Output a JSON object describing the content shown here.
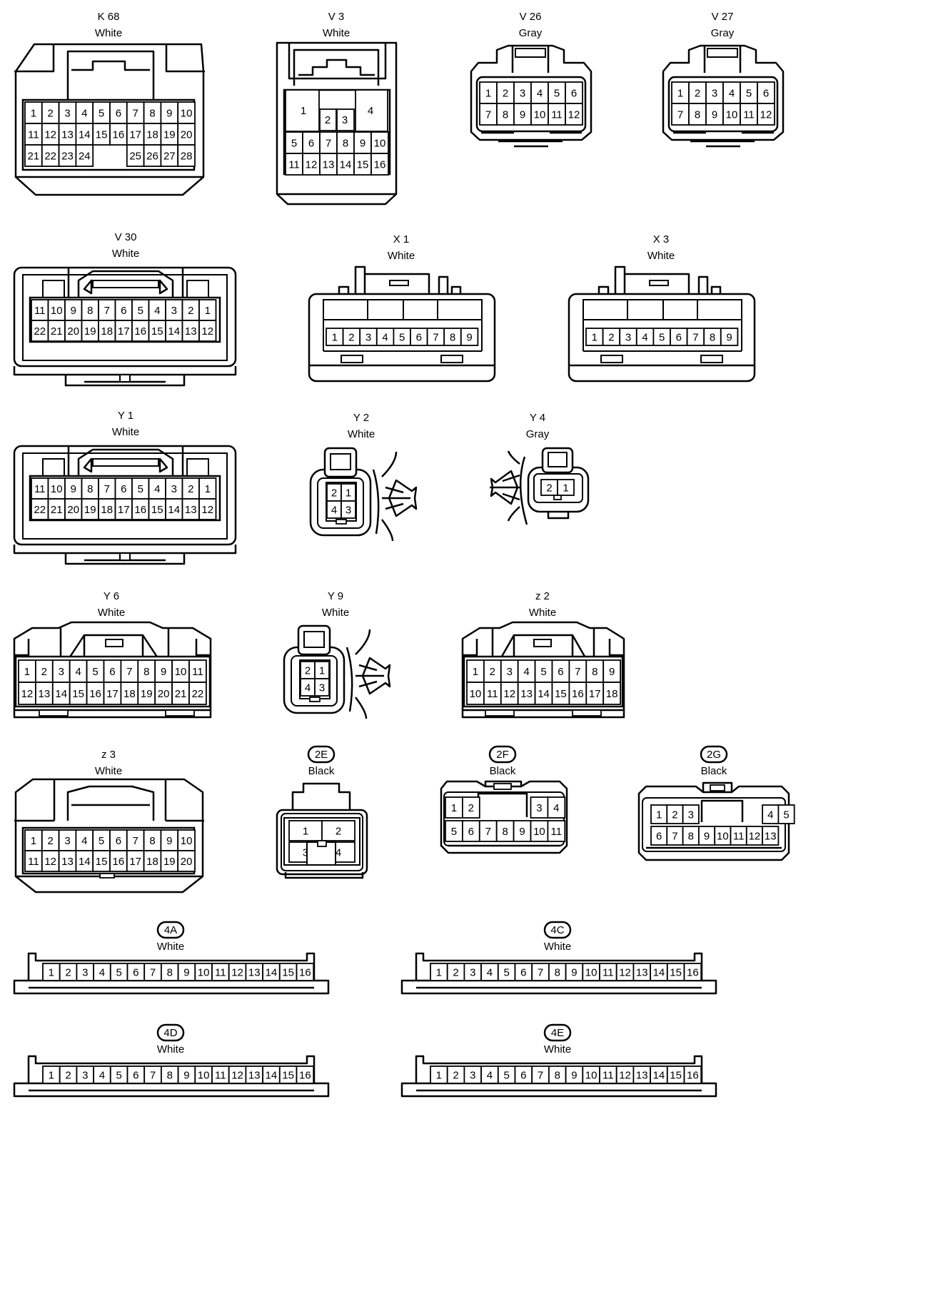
{
  "connectors": [
    {
      "id": "K68",
      "code": "K 68",
      "color": "White",
      "rows": [
        [
          "1",
          "2",
          "3",
          "4",
          "5",
          "6",
          "7",
          "8",
          "9",
          "10"
        ],
        [
          "11",
          "12",
          "13",
          "14",
          "15",
          "16",
          "17",
          "18",
          "19",
          "20"
        ],
        [
          "21",
          "22",
          "23",
          "24",
          "",
          "",
          "25",
          "26",
          "27",
          "28"
        ]
      ]
    },
    {
      "id": "V3",
      "code": "V 3",
      "color": "White",
      "blocks": [
        "1",
        "2",
        "3",
        "4"
      ],
      "rows": [
        [
          "5",
          "6",
          "7",
          "8",
          "9",
          "10"
        ],
        [
          "11",
          "12",
          "13",
          "14",
          "15",
          "16"
        ]
      ]
    },
    {
      "id": "V26",
      "code": "V 26",
      "color": "Gray",
      "rows": [
        [
          "1",
          "2",
          "3",
          "4",
          "5",
          "6"
        ],
        [
          "7",
          "8",
          "9",
          "10",
          "11",
          "12"
        ]
      ]
    },
    {
      "id": "V27",
      "code": "V 27",
      "color": "Gray",
      "rows": [
        [
          "1",
          "2",
          "3",
          "4",
          "5",
          "6"
        ],
        [
          "7",
          "8",
          "9",
          "10",
          "11",
          "12"
        ]
      ]
    },
    {
      "id": "V30",
      "code": "V 30",
      "color": "White",
      "rows": [
        [
          "11",
          "10",
          "9",
          "8",
          "7",
          "6",
          "5",
          "4",
          "3",
          "2",
          "1"
        ],
        [
          "22",
          "21",
          "20",
          "19",
          "18",
          "17",
          "16",
          "15",
          "14",
          "13",
          "12"
        ]
      ]
    },
    {
      "id": "X1",
      "code": "X 1",
      "color": "White",
      "rows": [
        [
          "1",
          "2",
          "3",
          "4",
          "5",
          "6",
          "7",
          "8",
          "9"
        ]
      ]
    },
    {
      "id": "X3",
      "code": "X 3",
      "color": "White",
      "rows": [
        [
          "1",
          "2",
          "3",
          "4",
          "5",
          "6",
          "7",
          "8",
          "9"
        ]
      ]
    },
    {
      "id": "Y1",
      "code": "Y 1",
      "color": "White",
      "rows": [
        [
          "11",
          "10",
          "9",
          "8",
          "7",
          "6",
          "5",
          "4",
          "3",
          "2",
          "1"
        ],
        [
          "22",
          "21",
          "20",
          "19",
          "18",
          "17",
          "16",
          "15",
          "14",
          "13",
          "12"
        ]
      ]
    },
    {
      "id": "Y2",
      "code": "Y 2",
      "color": "White",
      "rows": [
        [
          "2",
          "1"
        ],
        [
          "4",
          "3"
        ]
      ]
    },
    {
      "id": "Y4",
      "code": "Y 4",
      "color": "Gray",
      "rows": [
        [
          "2",
          "1"
        ]
      ]
    },
    {
      "id": "Y6",
      "code": "Y 6",
      "color": "White",
      "rows": [
        [
          "1",
          "2",
          "3",
          "4",
          "5",
          "6",
          "7",
          "8",
          "9",
          "10",
          "11"
        ],
        [
          "12",
          "13",
          "14",
          "15",
          "16",
          "17",
          "18",
          "19",
          "20",
          "21",
          "22"
        ]
      ]
    },
    {
      "id": "Y9",
      "code": "Y 9",
      "color": "White",
      "rows": [
        [
          "2",
          "1"
        ],
        [
          "4",
          "3"
        ]
      ]
    },
    {
      "id": "z2",
      "code": "z 2",
      "color": "White",
      "rows": [
        [
          "1",
          "2",
          "3",
          "4",
          "5",
          "6",
          "7",
          "8",
          "9"
        ],
        [
          "10",
          "11",
          "12",
          "13",
          "14",
          "15",
          "16",
          "17",
          "18"
        ]
      ]
    },
    {
      "id": "z3",
      "code": "z 3",
      "color": "White",
      "rows": [
        [
          "1",
          "2",
          "3",
          "4",
          "5",
          "6",
          "7",
          "8",
          "9",
          "10"
        ],
        [
          "11",
          "12",
          "13",
          "14",
          "15",
          "16",
          "17",
          "18",
          "19",
          "20"
        ]
      ]
    },
    {
      "id": "2E",
      "code": "2E",
      "color": "Black",
      "rows": [
        [
          "1",
          "2"
        ],
        [
          "3",
          "4"
        ]
      ]
    },
    {
      "id": "2F",
      "code": "2F",
      "color": "Black",
      "rows": [
        [
          "1",
          "2",
          "",
          "",
          "",
          "3",
          "4"
        ],
        [
          "5",
          "6",
          "7",
          "8",
          "9",
          "10",
          "11"
        ]
      ]
    },
    {
      "id": "2G",
      "code": "2G",
      "color": "Black",
      "rows": [
        [
          "1",
          "2",
          "3",
          "",
          "",
          "",
          "",
          "4",
          "5"
        ],
        [
          "6",
          "7",
          "8",
          "9",
          "10",
          "11",
          "12",
          "13"
        ]
      ]
    },
    {
      "id": "4A",
      "code": "4A",
      "color": "White",
      "rows": [
        [
          "1",
          "2",
          "3",
          "4",
          "5",
          "6",
          "7",
          "8",
          "9",
          "10",
          "11",
          "12",
          "13",
          "14",
          "15",
          "16"
        ]
      ]
    },
    {
      "id": "4C",
      "code": "4C",
      "color": "White",
      "rows": [
        [
          "1",
          "2",
          "3",
          "4",
          "5",
          "6",
          "7",
          "8",
          "9",
          "10",
          "11",
          "12",
          "13",
          "14",
          "15",
          "16"
        ]
      ]
    },
    {
      "id": "4D",
      "code": "4D",
      "color": "White",
      "rows": [
        [
          "1",
          "2",
          "3",
          "4",
          "5",
          "6",
          "7",
          "8",
          "9",
          "10",
          "11",
          "12",
          "13",
          "14",
          "15",
          "16"
        ]
      ]
    },
    {
      "id": "4E",
      "code": "4E",
      "color": "White",
      "rows": [
        [
          "1",
          "2",
          "3",
          "4",
          "5",
          "6",
          "7",
          "8",
          "9",
          "10",
          "11",
          "12",
          "13",
          "14",
          "15",
          "16"
        ]
      ]
    }
  ]
}
